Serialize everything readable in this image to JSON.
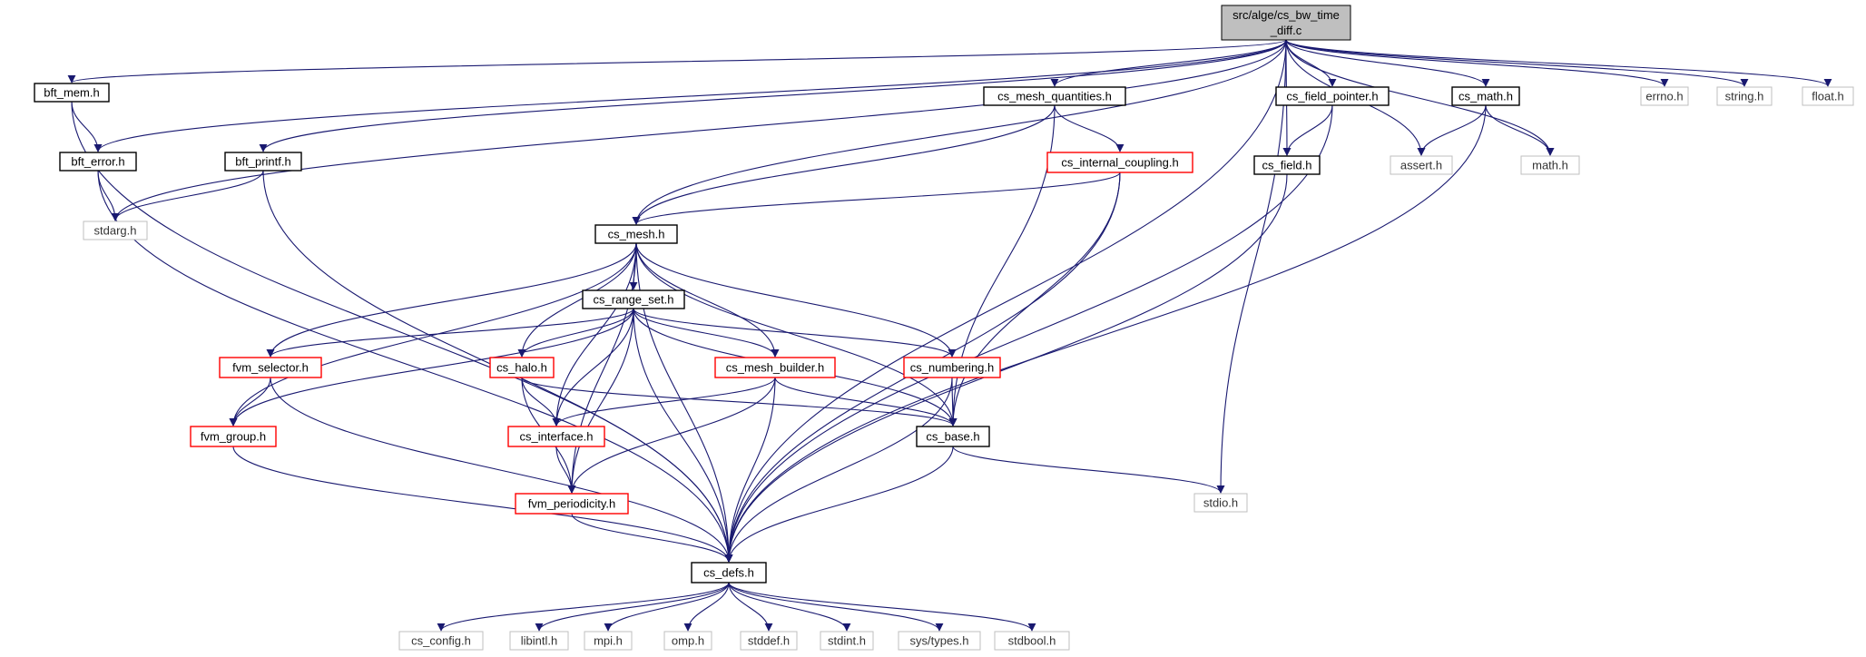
{
  "diagram": {
    "root": {
      "line1": "src/alge/cs_bw_time",
      "line2": "_diff.c"
    },
    "nodes": {
      "bft_mem": "bft_mem.h",
      "bft_error": "bft_error.h",
      "bft_printf": "bft_printf.h",
      "stdarg": "stdarg.h",
      "cs_mesh_quantities": "cs_mesh_quantities.h",
      "cs_internal_coupling": "cs_internal_coupling.h",
      "cs_mesh": "cs_mesh.h",
      "cs_range_set": "cs_range_set.h",
      "fvm_selector": "fvm_selector.h",
      "fvm_group": "fvm_group.h",
      "cs_halo": "cs_halo.h",
      "cs_interface": "cs_interface.h",
      "fvm_periodicity": "fvm_periodicity.h",
      "cs_mesh_builder": "cs_mesh_builder.h",
      "cs_numbering": "cs_numbering.h",
      "cs_base": "cs_base.h",
      "cs_field_pointer": "cs_field_pointer.h",
      "cs_field": "cs_field.h",
      "cs_math": "cs_math.h",
      "assert": "assert.h",
      "math": "math.h",
      "errno": "errno.h",
      "string": "string.h",
      "float": "float.h",
      "stdio": "stdio.h",
      "cs_defs": "cs_defs.h",
      "cs_config": "cs_config.h",
      "libintl": "libintl.h",
      "mpi": "mpi.h",
      "omp": "omp.h",
      "stddef": "stddef.h",
      "stdint": "stdint.h",
      "sys_types": "sys/types.h",
      "stdbool": "stdbool.h"
    },
    "styles": {
      "documented": [
        "bft_mem",
        "bft_error",
        "bft_printf",
        "cs_mesh_quantities",
        "cs_mesh",
        "cs_range_set",
        "cs_base",
        "cs_field_pointer",
        "cs_field",
        "cs_math",
        "cs_defs"
      ],
      "incomplete": [
        "cs_internal_coupling",
        "fvm_selector",
        "fvm_group",
        "cs_halo",
        "cs_interface",
        "fvm_periodicity",
        "cs_mesh_builder",
        "cs_numbering"
      ],
      "external": [
        "stdarg",
        "assert",
        "math",
        "errno",
        "string",
        "float",
        "stdio",
        "cs_config",
        "libintl",
        "mpi",
        "omp",
        "stddef",
        "stdint",
        "sys_types",
        "stdbool"
      ]
    },
    "edges": [
      [
        "root",
        "bft_mem"
      ],
      [
        "root",
        "bft_error"
      ],
      [
        "root",
        "bft_printf"
      ],
      [
        "root",
        "stdarg"
      ],
      [
        "root",
        "cs_mesh_quantities"
      ],
      [
        "root",
        "cs_mesh"
      ],
      [
        "root",
        "cs_field_pointer"
      ],
      [
        "root",
        "cs_field"
      ],
      [
        "root",
        "cs_math"
      ],
      [
        "root",
        "assert"
      ],
      [
        "root",
        "math"
      ],
      [
        "root",
        "errno"
      ],
      [
        "root",
        "string"
      ],
      [
        "root",
        "float"
      ],
      [
        "root",
        "stdio"
      ],
      [
        "root",
        "cs_defs"
      ],
      [
        "bft_mem",
        "bft_error"
      ],
      [
        "bft_mem",
        "cs_defs"
      ],
      [
        "bft_error",
        "stdarg"
      ],
      [
        "bft_error",
        "cs_defs"
      ],
      [
        "bft_printf",
        "stdarg"
      ],
      [
        "bft_printf",
        "cs_defs"
      ],
      [
        "cs_mesh_quantities",
        "cs_mesh"
      ],
      [
        "cs_mesh_quantities",
        "cs_internal_coupling"
      ],
      [
        "cs_mesh_quantities",
        "cs_base"
      ],
      [
        "cs_internal_coupling",
        "cs_mesh"
      ],
      [
        "cs_internal_coupling",
        "cs_base"
      ],
      [
        "cs_internal_coupling",
        "cs_defs"
      ],
      [
        "cs_mesh",
        "cs_range_set"
      ],
      [
        "cs_mesh",
        "fvm_selector"
      ],
      [
        "cs_mesh",
        "fvm_group"
      ],
      [
        "cs_mesh",
        "cs_halo"
      ],
      [
        "cs_mesh",
        "cs_interface"
      ],
      [
        "cs_mesh",
        "fvm_periodicity"
      ],
      [
        "cs_mesh",
        "cs_mesh_builder"
      ],
      [
        "cs_mesh",
        "cs_numbering"
      ],
      [
        "cs_mesh",
        "cs_base"
      ],
      [
        "cs_mesh",
        "cs_defs"
      ],
      [
        "cs_range_set",
        "fvm_selector"
      ],
      [
        "cs_range_set",
        "fvm_group"
      ],
      [
        "cs_range_set",
        "cs_halo"
      ],
      [
        "cs_range_set",
        "cs_interface"
      ],
      [
        "cs_range_set",
        "fvm_periodicity"
      ],
      [
        "cs_range_set",
        "cs_mesh_builder"
      ],
      [
        "cs_range_set",
        "cs_numbering"
      ],
      [
        "cs_range_set",
        "cs_base"
      ],
      [
        "cs_range_set",
        "cs_defs"
      ],
      [
        "fvm_selector",
        "fvm_group"
      ],
      [
        "fvm_selector",
        "cs_defs"
      ],
      [
        "fvm_group",
        "cs_defs"
      ],
      [
        "cs_halo",
        "cs_interface"
      ],
      [
        "cs_halo",
        "fvm_periodicity"
      ],
      [
        "cs_halo",
        "cs_base"
      ],
      [
        "cs_interface",
        "fvm_periodicity"
      ],
      [
        "fvm_periodicity",
        "cs_defs"
      ],
      [
        "cs_mesh_builder",
        "cs_interface"
      ],
      [
        "cs_mesh_builder",
        "fvm_periodicity"
      ],
      [
        "cs_mesh_builder",
        "cs_base"
      ],
      [
        "cs_mesh_builder",
        "cs_defs"
      ],
      [
        "cs_numbering",
        "cs_base"
      ],
      [
        "cs_numbering",
        "cs_defs"
      ],
      [
        "cs_base",
        "stdio"
      ],
      [
        "cs_base",
        "cs_defs"
      ],
      [
        "cs_field_pointer",
        "cs_field"
      ],
      [
        "cs_field_pointer",
        "cs_defs"
      ],
      [
        "cs_field",
        "cs_defs"
      ],
      [
        "cs_math",
        "assert"
      ],
      [
        "cs_math",
        "math"
      ],
      [
        "cs_math",
        "cs_defs"
      ],
      [
        "cs_defs",
        "cs_config"
      ],
      [
        "cs_defs",
        "libintl"
      ],
      [
        "cs_defs",
        "mpi"
      ],
      [
        "cs_defs",
        "omp"
      ],
      [
        "cs_defs",
        "stddef"
      ],
      [
        "cs_defs",
        "stdint"
      ],
      [
        "cs_defs",
        "sys_types"
      ],
      [
        "cs_defs",
        "stdbool"
      ]
    ],
    "colors": {
      "edge": "#191970",
      "root_fill": "#bfbfbf",
      "documented_border": "#000000",
      "incomplete_border": "#ff0000",
      "external_border": "#bfbfbf",
      "external_text": "#333333"
    }
  }
}
